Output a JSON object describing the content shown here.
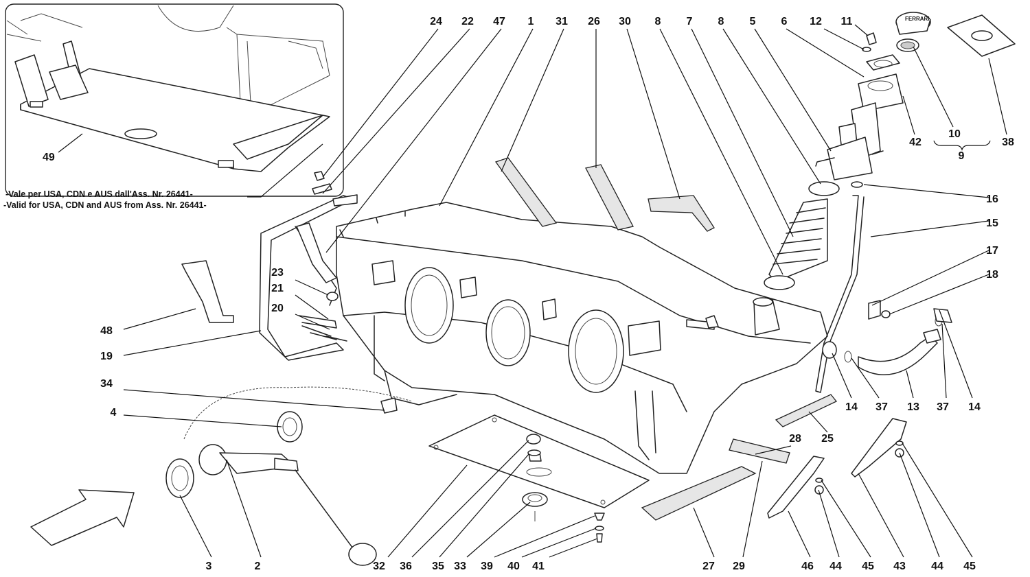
{
  "inset": {
    "note_it": "-Vale per USA, CDN e AUS dall'Ass. Nr. 26441-",
    "note_en": "-Valid for USA, CDN and AUS from Ass. Nr. 26441-",
    "callout": "49"
  },
  "callouts": [
    {
      "n": "24"
    },
    {
      "n": "22"
    },
    {
      "n": "47"
    },
    {
      "n": "1"
    },
    {
      "n": "31"
    },
    {
      "n": "26"
    },
    {
      "n": "30"
    },
    {
      "n": "8"
    },
    {
      "n": "7"
    },
    {
      "n": "8"
    },
    {
      "n": "5"
    },
    {
      "n": "6"
    },
    {
      "n": "12"
    },
    {
      "n": "11"
    },
    {
      "n": "42"
    },
    {
      "n": "10"
    },
    {
      "n": "9"
    },
    {
      "n": "38"
    },
    {
      "n": "16"
    },
    {
      "n": "15"
    },
    {
      "n": "17"
    },
    {
      "n": "18"
    },
    {
      "n": "23"
    },
    {
      "n": "21"
    },
    {
      "n": "20"
    },
    {
      "n": "48"
    },
    {
      "n": "19"
    },
    {
      "n": "34"
    },
    {
      "n": "4"
    },
    {
      "n": "14"
    },
    {
      "n": "37"
    },
    {
      "n": "13"
    },
    {
      "n": "37"
    },
    {
      "n": "14"
    },
    {
      "n": "25"
    },
    {
      "n": "28"
    },
    {
      "n": "3"
    },
    {
      "n": "2"
    },
    {
      "n": "32"
    },
    {
      "n": "36"
    },
    {
      "n": "35"
    },
    {
      "n": "33"
    },
    {
      "n": "39"
    },
    {
      "n": "40"
    },
    {
      "n": "41"
    },
    {
      "n": "27"
    },
    {
      "n": "29"
    },
    {
      "n": "46"
    },
    {
      "n": "44"
    },
    {
      "n": "45"
    },
    {
      "n": "43"
    },
    {
      "n": "44"
    },
    {
      "n": "45"
    }
  ],
  "cap_logo": "FERRARI"
}
